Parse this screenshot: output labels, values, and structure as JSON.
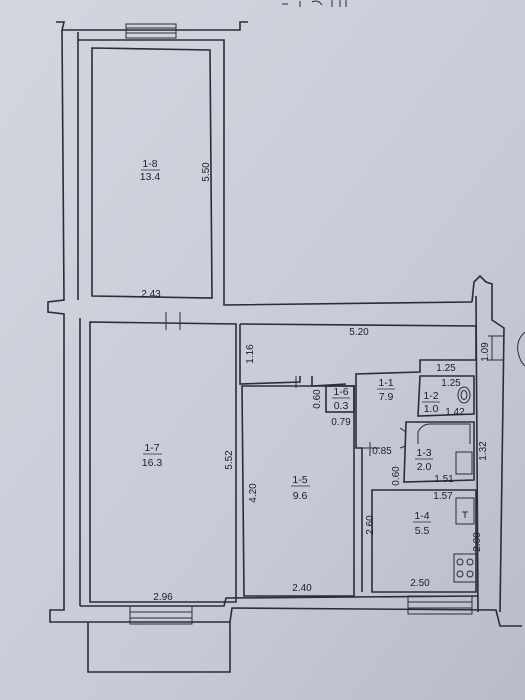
{
  "header": {
    "title": ""
  },
  "rooms": [
    {
      "id": "1-8",
      "area": "13.4"
    },
    {
      "id": "1-7",
      "area": "16.3"
    },
    {
      "id": "1-5",
      "area": "9.6"
    },
    {
      "id": "1-6",
      "area": "0.3"
    },
    {
      "id": "1-1",
      "area": "7.9"
    },
    {
      "id": "1-2",
      "area": "1.0"
    },
    {
      "id": "1-3",
      "area": "2.0"
    },
    {
      "id": "1-4",
      "area": "5.5"
    }
  ],
  "dimensions": [
    "5.50",
    "2.43",
    "5.20",
    "1.09",
    "1.16",
    "1.25",
    "1.25",
    "1.42",
    "0.60",
    "0.79",
    "1.32",
    "0.85",
    "0.60",
    "1.51",
    "1.57",
    "5.52",
    "4.20",
    "2.60",
    "2.00",
    "2.96",
    "2.40",
    "2.50"
  ],
  "colors": {
    "paper": "#cdd0da",
    "ink": "#2a2d38"
  }
}
